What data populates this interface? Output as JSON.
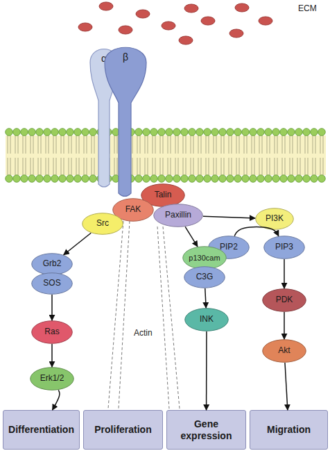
{
  "diagram": {
    "nodes": [
      {
        "text": [
          "α"
        ]
      },
      {
        "text": [
          "β"
        ]
      },
      {
        "text": [
          "Talin"
        ]
      },
      {
        "text": [
          "FAK"
        ]
      },
      {
        "text": [
          "Paxillin"
        ]
      },
      {
        "text": [
          "Src"
        ]
      },
      {
        "text": [
          "PI3K"
        ]
      },
      {
        "text": [
          "PIP2"
        ]
      },
      {
        "text": [
          "PIP3"
        ]
      },
      {
        "text": [
          "Grb2"
        ]
      },
      {
        "text": [
          "SOS"
        ]
      },
      {
        "text": [
          "p130cam"
        ]
      },
      {
        "text": [
          "C3G"
        ]
      },
      {
        "text": [
          "PDK"
        ]
      },
      {
        "text": [
          "Ras"
        ]
      },
      {
        "text": [
          "INK"
        ]
      },
      {
        "text": [
          "Akt"
        ]
      },
      {
        "text": [
          "Erk1/2"
        ]
      },
      {
        "text": [
          "Differentiation"
        ]
      },
      {
        "text": [
          "Proliferation"
        ]
      },
      {
        "text": [
          "Gene expression"
        ]
      },
      {
        "text": [
          "Migration"
        ]
      }
    ],
    "edges": [
      {
        "from": 5,
        "to": 9,
        "arrow": "to"
      },
      {
        "from": 4,
        "to": 6,
        "arrow": "to"
      },
      {
        "from": 4,
        "to": 11,
        "arrow": "to"
      },
      {
        "from": 7,
        "to": 8,
        "arrow": "to"
      },
      {
        "from": 10,
        "to": 14,
        "arrow": "to"
      },
      {
        "from": 12,
        "to": 15,
        "arrow": "to"
      },
      {
        "from": 8,
        "to": 13,
        "arrow": "to"
      },
      {
        "from": 14,
        "to": 17,
        "arrow": "to"
      },
      {
        "from": 13,
        "to": 16,
        "arrow": "to"
      },
      {
        "from": 17,
        "to": 18,
        "arrow": "to"
      },
      {
        "from": 15,
        "to": 20,
        "arrow": "to"
      },
      {
        "from": 16,
        "to": 21,
        "arrow": "to"
      }
    ],
    "labels": [
      "ECM",
      "Actin"
    ]
  }
}
